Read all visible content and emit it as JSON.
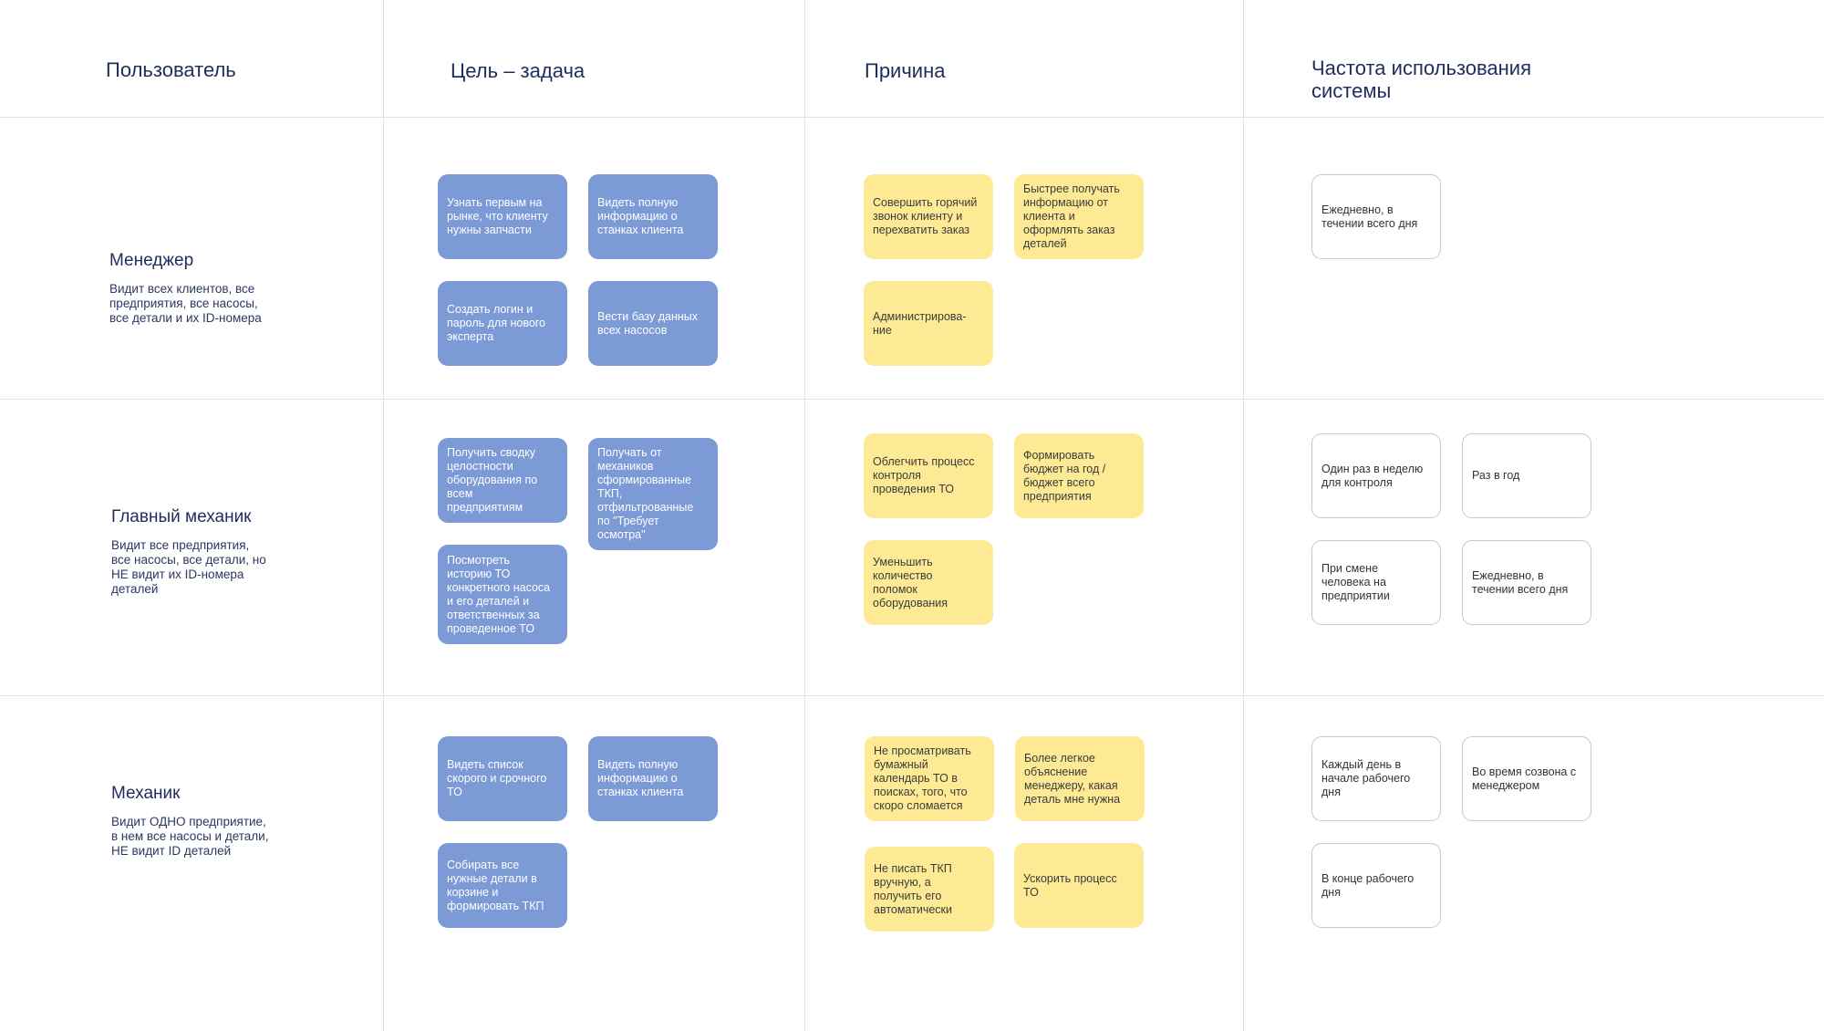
{
  "headers": {
    "user": "Пользователь",
    "goal": "Цель – задача",
    "reason": "Причина",
    "frequency": "Частота использования\nсистемы"
  },
  "rows": [
    {
      "role": "Менеджер",
      "description": "Видит всех клиентов, все\nпредприятия, все насосы,\nвсе детали и их ID-номера",
      "goals": [
        "Узнать первым на\nрынке, что клиенту\nнужны запчасти",
        "Видеть полную\nинформацию о\nстанках клиента",
        "Создать логин и\nпароль для нового\nэксперта",
        "Вести базу данных\nвсех насосов"
      ],
      "reasons": [
        "Совершить горячий\nзвонок клиенту и\nперехватить заказ",
        "Быстрее получать\nинформацию от\nклиента и\nоформлять заказ\nдеталей",
        "Администрирова-\nние"
      ],
      "frequencies": [
        "Ежедневно, в\nтечении всего дня"
      ]
    },
    {
      "role": "Главный механик",
      "description": "Видит все предприятия,\nвсе насосы, все детали, но\nНЕ видит их ID-номера\nдеталей",
      "goals": [
        "Получить сводку\nцелостности\nоборудования по\nвсем\nпредприятиям",
        "Получать от\nмехаников\nсформированные\nТКП,\nотфильтрованные\nпо \"Требует\nосмотра\"",
        "Посмотреть\nисторию ТО\nконкретного насоса\nи его деталей и\nответственных за\nпроведенное ТО"
      ],
      "reasons": [
        "Облегчить процесс\nконтроля\nпроведения ТО",
        "Формировать\nбюджет на год /\nбюджет всего\nпредприятия",
        "Уменьшить\nколичество\nполомок\nоборудования"
      ],
      "frequencies": [
        "Один раз в неделю\nдля контроля",
        "Раз в год",
        "При смене\nчеловека на\nпредприятии",
        "Ежедневно, в\nтечении всего дня"
      ]
    },
    {
      "role": "Механик",
      "description": "Видит ОДНО предприятие,\nв нем все насосы и детали,\nНЕ видит ID деталей",
      "goals": [
        "Видеть список\nскорого и срочного\nТО",
        "Видеть полную\nинформацию о\nстанках клиента",
        "Собирать все\nнужные детали в\nкорзине и\nформировать ТКП"
      ],
      "reasons": [
        "Не просматривать\nбумажный\nкалендарь ТО в\nпоисках, того, что\nскоро сломается",
        "Более легкое\nобъяснение\nменеджеру, какая\nдеталь мне нужна",
        "Не писать ТКП\nвручную, а\nполучить его\nавтоматически",
        "Ускорить процесс\nТО"
      ],
      "frequencies": [
        "Каждый день в\nначале рабочего\nдня",
        "Во время созвона с\nменеджером",
        "В конце рабочего\nдня"
      ]
    }
  ],
  "colors": {
    "goal_card": "#7b9ad6",
    "reason_card": "#feea94",
    "frequency_card_border": "#c8c8c8",
    "header_text": "#1f2c5c"
  }
}
